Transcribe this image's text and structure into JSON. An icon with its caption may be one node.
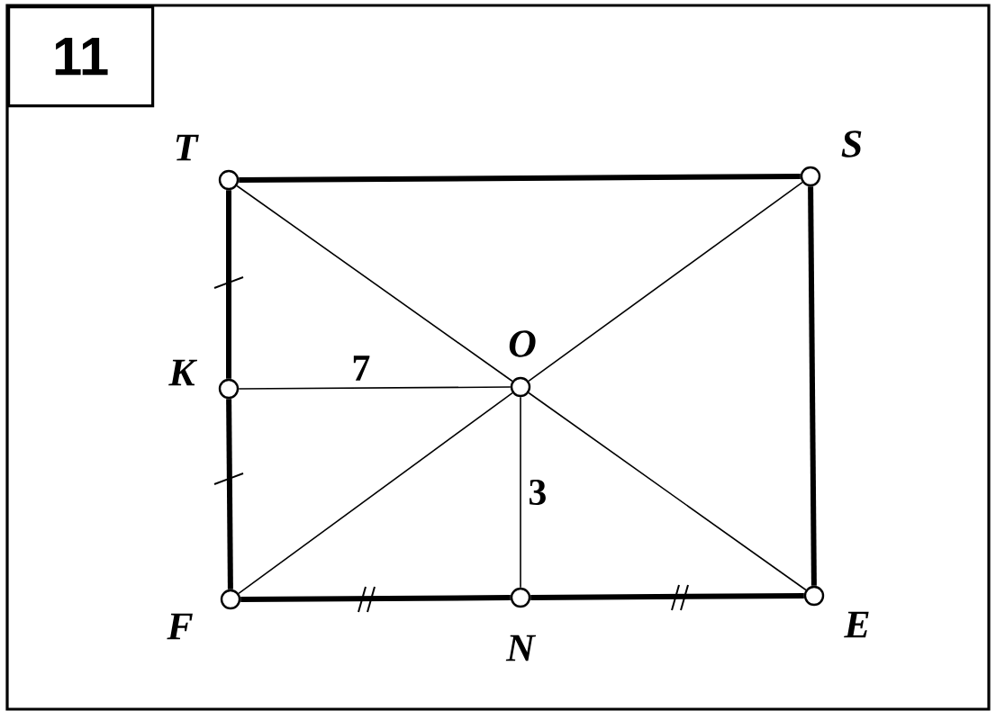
{
  "diagram": {
    "nodes": [
      {
        "text": [
          "11"
        ]
      },
      {
        "text": [
          "T"
        ]
      },
      {
        "text": [
          "S"
        ]
      },
      {
        "text": [
          "K"
        ]
      },
      {
        "text": [
          "O"
        ]
      },
      {
        "text": [
          "F"
        ]
      },
      {
        "text": [
          "N"
        ]
      },
      {
        "text": [
          "E"
        ]
      }
    ],
    "edges": [
      {
        "from": 1,
        "to": 2,
        "arrow": "none",
        "style": "thick"
      },
      {
        "from": 2,
        "to": 7,
        "arrow": "none",
        "style": "thick"
      },
      {
        "from": 7,
        "to": 6,
        "arrow": "none",
        "style": "thick"
      },
      {
        "from": 6,
        "to": 5,
        "arrow": "none",
        "style": "thick"
      },
      {
        "from": 5,
        "to": 3,
        "arrow": "none",
        "style": "thick"
      },
      {
        "from": 3,
        "to": 1,
        "arrow": "none",
        "style": "thick"
      },
      {
        "from": 1,
        "to": 4,
        "arrow": "none"
      },
      {
        "from": 4,
        "to": 7,
        "arrow": "none"
      },
      {
        "from": 2,
        "to": 4,
        "arrow": "none"
      },
      {
        "from": 4,
        "to": 5,
        "arrow": "none"
      },
      {
        "from": 3,
        "to": 4,
        "arrow": "none",
        "label": "7"
      },
      {
        "from": 4,
        "to": 6,
        "arrow": "none",
        "label": "3"
      }
    ]
  }
}
